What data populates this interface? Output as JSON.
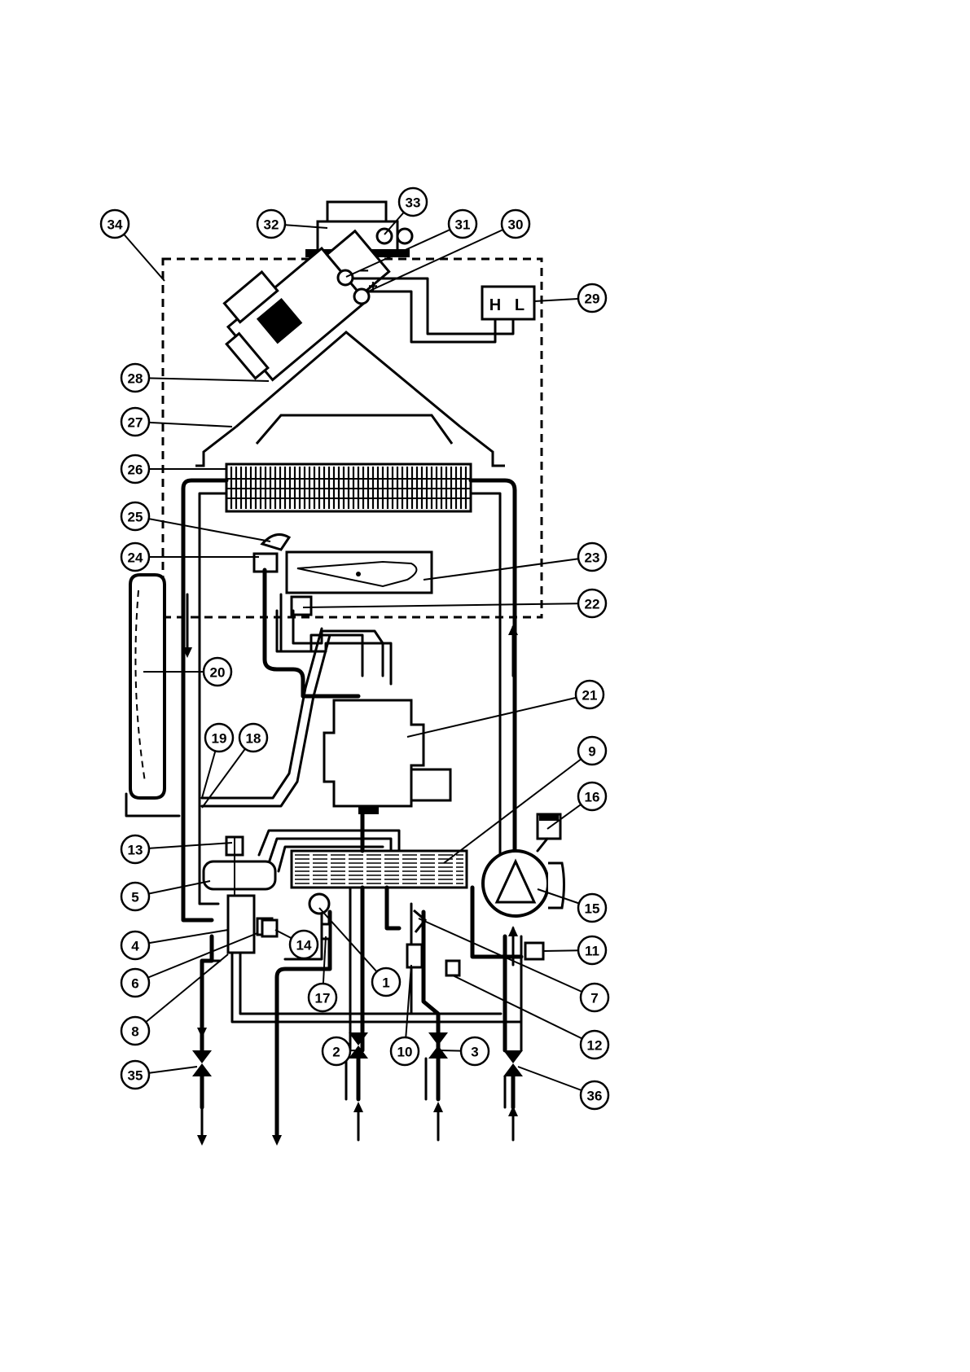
{
  "diagram": {
    "callouts": [
      {
        "id": "1",
        "label": "1"
      },
      {
        "id": "2",
        "label": "2"
      },
      {
        "id": "3",
        "label": "3"
      },
      {
        "id": "4",
        "label": "4"
      },
      {
        "id": "5",
        "label": "5"
      },
      {
        "id": "6",
        "label": "6"
      },
      {
        "id": "7",
        "label": "7"
      },
      {
        "id": "8",
        "label": "8"
      },
      {
        "id": "9",
        "label": "9"
      },
      {
        "id": "10",
        "label": "10"
      },
      {
        "id": "11",
        "label": "11"
      },
      {
        "id": "12",
        "label": "12"
      },
      {
        "id": "13",
        "label": "13"
      },
      {
        "id": "14",
        "label": "14"
      },
      {
        "id": "15",
        "label": "15"
      },
      {
        "id": "16",
        "label": "16"
      },
      {
        "id": "17",
        "label": "17"
      },
      {
        "id": "18",
        "label": "18"
      },
      {
        "id": "19",
        "label": "19"
      },
      {
        "id": "20",
        "label": "20"
      },
      {
        "id": "21",
        "label": "21"
      },
      {
        "id": "22",
        "label": "22"
      },
      {
        "id": "23",
        "label": "23"
      },
      {
        "id": "24",
        "label": "24"
      },
      {
        "id": "25",
        "label": "25"
      },
      {
        "id": "26",
        "label": "26"
      },
      {
        "id": "27",
        "label": "27"
      },
      {
        "id": "28",
        "label": "28"
      },
      {
        "id": "29",
        "label": "29"
      },
      {
        "id": "30",
        "label": "30"
      },
      {
        "id": "31",
        "label": "31"
      },
      {
        "id": "32",
        "label": "32"
      },
      {
        "id": "33",
        "label": "33"
      },
      {
        "id": "34",
        "label": "34"
      },
      {
        "id": "35",
        "label": "35"
      },
      {
        "id": "36",
        "label": "36"
      }
    ],
    "pressure_switch": {
      "high": "H",
      "low": "L"
    },
    "polarity": {
      "minus": "−",
      "plus": "+"
    }
  }
}
